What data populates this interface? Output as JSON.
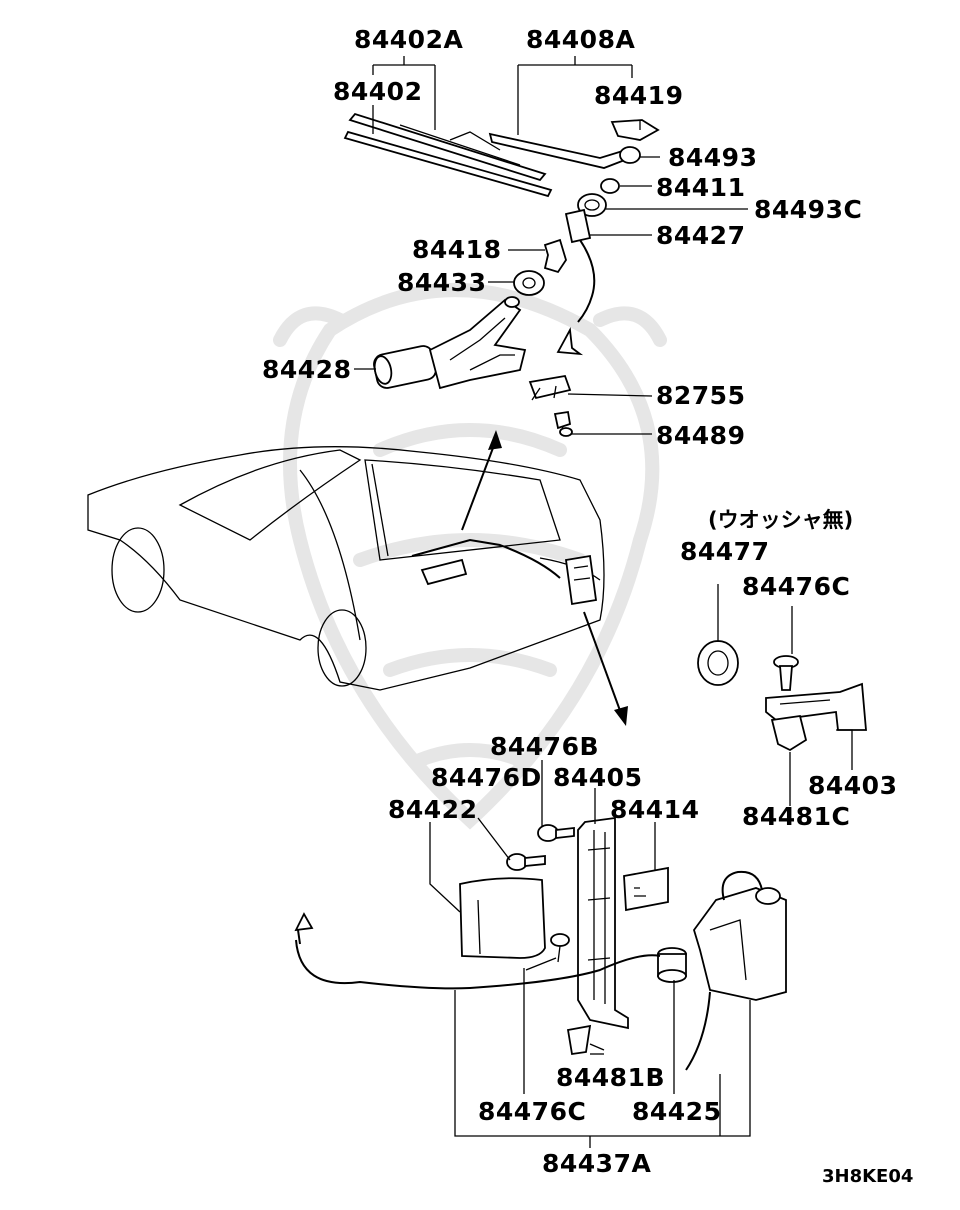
{
  "diagram": {
    "code": "3H8KE04",
    "note_no_washer": "(ウオッシャ無)",
    "labels": {
      "p84402A": "84402A",
      "p84408A": "84408A",
      "p84402": "84402",
      "p84419": "84419",
      "p84493": "84493",
      "p84411": "84411",
      "p84493C": "84493C",
      "p84427": "84427",
      "p84418": "84418",
      "p84433": "84433",
      "p84428": "84428",
      "p82755": "82755",
      "p84489": "84489",
      "p84477": "84477",
      "p84476C_top": "84476C",
      "p84403": "84403",
      "p84481C": "84481C",
      "p84476B": "84476B",
      "p84476D": "84476D",
      "p84405": "84405",
      "p84422": "84422",
      "p84414": "84414",
      "p84481B": "84481B",
      "p84476C_bottom": "84476C",
      "p84425": "84425",
      "p84437A": "84437A"
    }
  }
}
